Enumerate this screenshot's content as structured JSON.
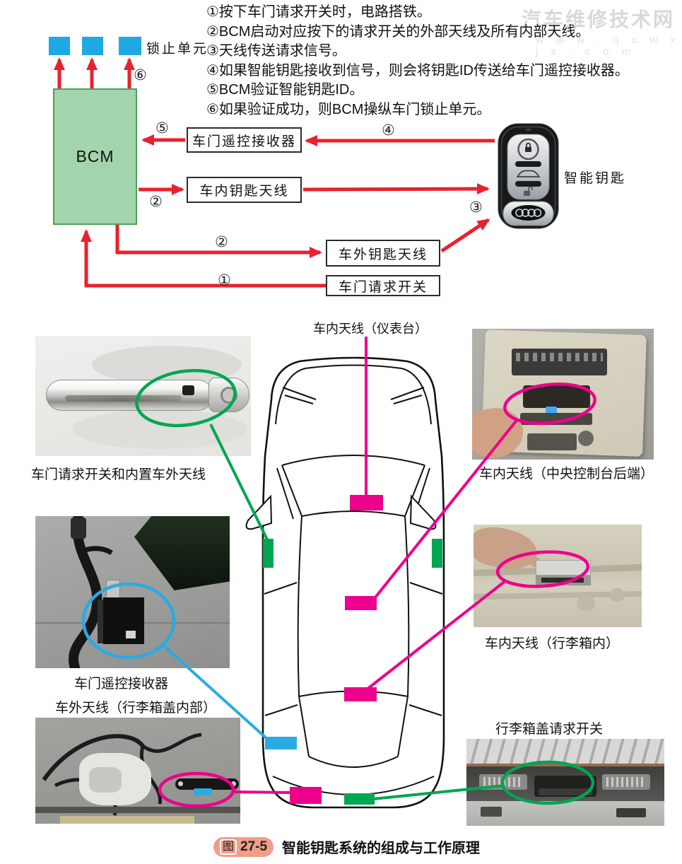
{
  "colors": {
    "red": "#E8212E",
    "cyan": "#1EA9E4",
    "magenta": "#EC008C",
    "green": "#00A651",
    "blue": "#29ABE2",
    "bcm-fill": "#A3D5AC",
    "bcm-border": "#4E9E5C",
    "salmon": "#F09E88"
  },
  "watermark": {
    "title": "汽车维修技术网",
    "url": "w w w . q c w x j s . c o m"
  },
  "instructions": {
    "steps": [
      "①按下车门请求开关时，电路搭铁。",
      "②BCM启动对应按下的请求开关的外部天线及所有内部天线。",
      "③天线传送请求信号。",
      "④如果智能钥匙接收到信号，则会将钥匙ID传送给车门遥控接收器。",
      "⑤BCM验证智能钥匙ID。",
      "⑥如果验证成功，则BCM操纵车门锁止单元。"
    ]
  },
  "diagram": {
    "lock_unit_label": "锁止单元",
    "bcm_label": "BCM",
    "receiver_box": "车门遥控接收器",
    "interior_antenna_box": "车内钥匙天线",
    "exterior_antenna_box": "车外钥匙天线",
    "request_switch_box": "车门请求开关",
    "smart_key_label": "智能钥匙",
    "markers": {
      "m1": "①",
      "m2": "②",
      "m3": "③",
      "m4": "④",
      "m5": "⑤",
      "m6": "⑥"
    }
  },
  "car_map": {
    "dash_antenna_label": "车内天线（仪表台）",
    "handle_label": "车门请求开关和内置车外天线",
    "console_antenna_label": "车内天线（中央控制台后端）",
    "receiver_label": "车门遥控接收器",
    "trunk_lid_exterior_antenna_label": "车外天线（行李箱盖内部）",
    "trunk_interior_antenna_label": "车内天线（行李箱内）",
    "trunk_request_switch_label": "行李箱盖请求开关"
  },
  "caption": {
    "badge_prefix": "图",
    "badge_number": "27-5",
    "title": "智能钥匙系统的组成与工作原理"
  }
}
